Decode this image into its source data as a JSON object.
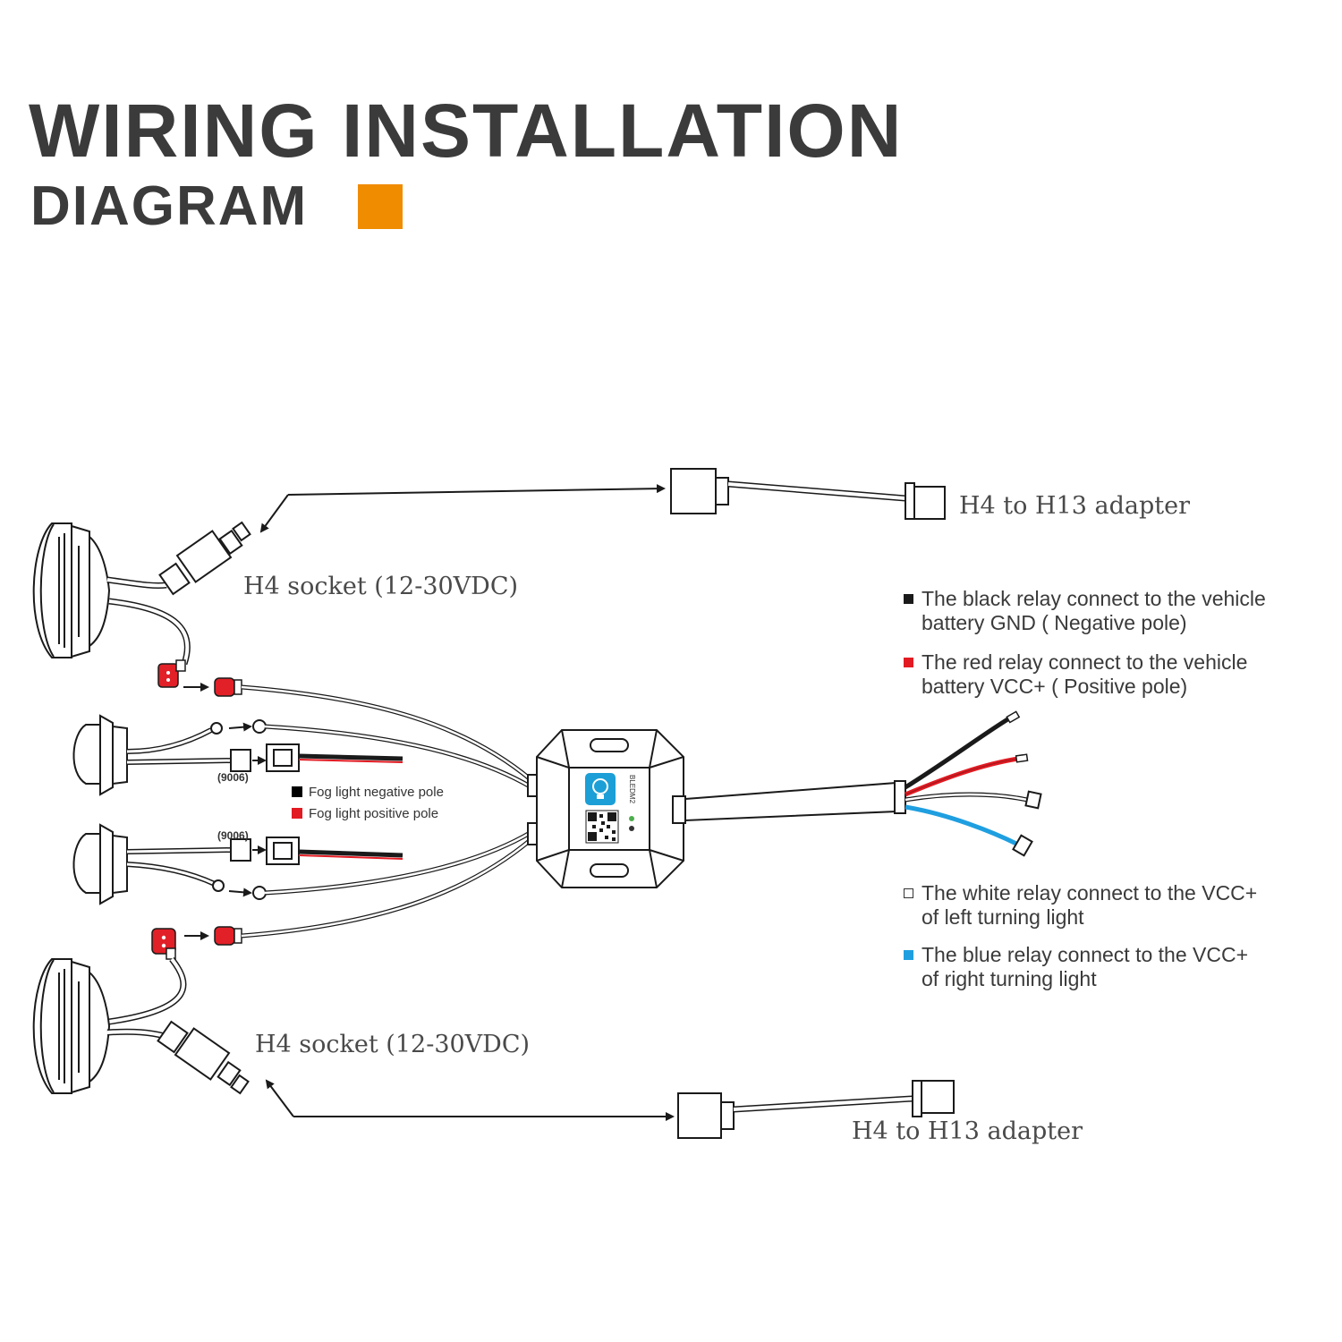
{
  "header": {
    "title_line1": "WIRING INSTALLATION",
    "title_line2": "DIAGRAM"
  },
  "colors": {
    "accent": "#f08c00",
    "wire_black": "#1a1a1a",
    "wire_red": "#e21a22",
    "wire_blue": "#1f9fe0",
    "connector_red": "#e12027",
    "app_tile": "#1c9fd6"
  },
  "labels": {
    "adapter_top": "H4 to H13 adapter",
    "adapter_bottom": "H4 to H13 adapter",
    "socket_top": "H4 socket (12-30VDC)",
    "socket_bottom": "H4 socket (12-30VDC)",
    "plug_top": "(9006)",
    "plug_bottom": "(9006)",
    "module_text": "BLEDM2"
  },
  "fog_legend": [
    {
      "text": "Fog light negative pole",
      "color": "#000000"
    },
    {
      "text": "Fog light positive pole",
      "color": "#e21a22"
    }
  ],
  "relay_legend": [
    {
      "line1": "The black relay connect to the vehicle",
      "line2": "battery GND ( Negative pole)",
      "color": "#1a1a1a",
      "hollow": false
    },
    {
      "line1": "The red relay connect to the vehicle",
      "line2": "battery VCC+ ( Positive pole)",
      "color": "#e21a22",
      "hollow": false
    },
    {
      "line1": "The white relay connect to the VCC+",
      "line2": "of left turning light",
      "color": "#ffffff",
      "hollow": true
    },
    {
      "line1": "The blue relay connect to the VCC+",
      "line2": "of right turning light",
      "color": "#1f9fe0",
      "hollow": false
    }
  ],
  "icons": [
    "headlight-icon",
    "fog-light-icon",
    "connector-icon",
    "control-module-icon",
    "qr-code-icon",
    "bulb-app-icon"
  ]
}
